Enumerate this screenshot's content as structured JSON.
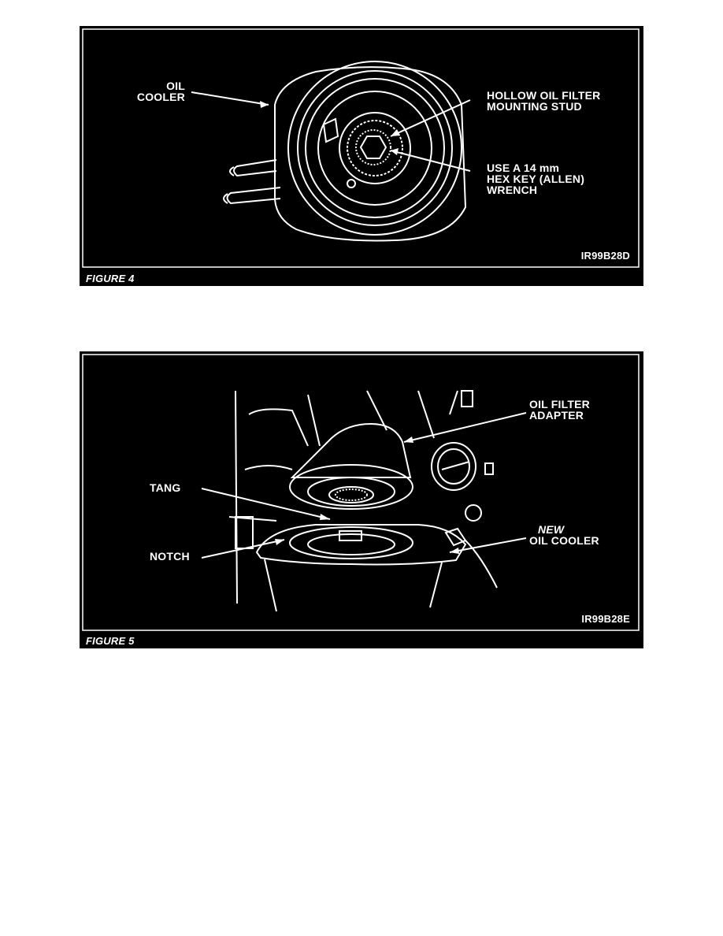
{
  "figure4": {
    "caption": "FIGURE 4",
    "code": "IR99B28D",
    "labels": {
      "oil_cooler": [
        "OIL",
        "COOLER"
      ],
      "hollow_stud": [
        "HOLLOW OIL FILTER",
        "MOUNTING STUD"
      ],
      "hex_key": [
        "USE A 14 mm",
        "HEX KEY (ALLEN)",
        "WRENCH"
      ]
    }
  },
  "figure5": {
    "caption": "FIGURE 5",
    "code": "IR99B28E",
    "labels": {
      "adapter": [
        "OIL FILTER",
        "ADAPTER"
      ],
      "tang": "TANG",
      "notch": "NOTCH",
      "new_cooler": [
        "NEW",
        "OIL COOLER"
      ]
    }
  },
  "colors": {
    "panel": "#000000",
    "line": "#ffffff",
    "page": "#ffffff"
  }
}
